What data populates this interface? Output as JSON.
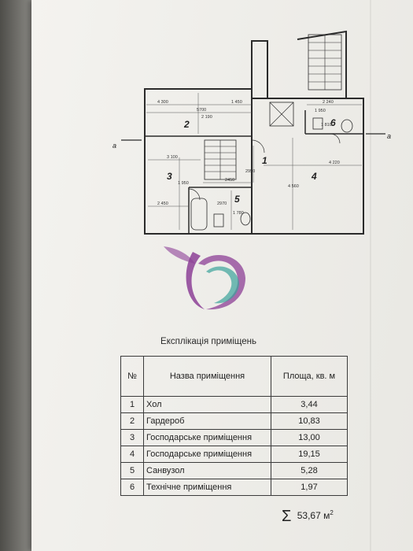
{
  "plan": {
    "room_numbers": [
      "1",
      "2",
      "3",
      "4",
      "5",
      "6"
    ],
    "dimensions": [
      "4 300",
      "1 450",
      "5700",
      "2 240",
      "3 100",
      "2950",
      "2 450",
      "2450",
      "4 220",
      "4 560",
      "1 950",
      "2 190",
      "2970",
      "1 950",
      "1 780",
      "1 810"
    ],
    "section_mark": "a"
  },
  "explication": {
    "title": "Експлікація приміщень",
    "headers": {
      "no": "№",
      "name": "Назва приміщення",
      "area": "Площа, кв. м"
    },
    "rows": [
      {
        "no": "1",
        "name": "Хол",
        "area": "3,44"
      },
      {
        "no": "2",
        "name": "Гардероб",
        "area": "10,83"
      },
      {
        "no": "3",
        "name": "Господарське приміщення",
        "area": "13,00"
      },
      {
        "no": "4",
        "name": "Господарське приміщення",
        "area": "19,15"
      },
      {
        "no": "5",
        "name": "Санвузол",
        "area": "5,28"
      },
      {
        "no": "6",
        "name": "Технічне приміщення",
        "area": "1,97"
      }
    ],
    "total": {
      "symbol": "Σ",
      "value": "53,67",
      "unit": "м",
      "power": "2"
    }
  },
  "colors": {
    "line": "#2b2b2b",
    "logo_purple": "#8c3f96",
    "logo_teal": "#3aa39a"
  }
}
